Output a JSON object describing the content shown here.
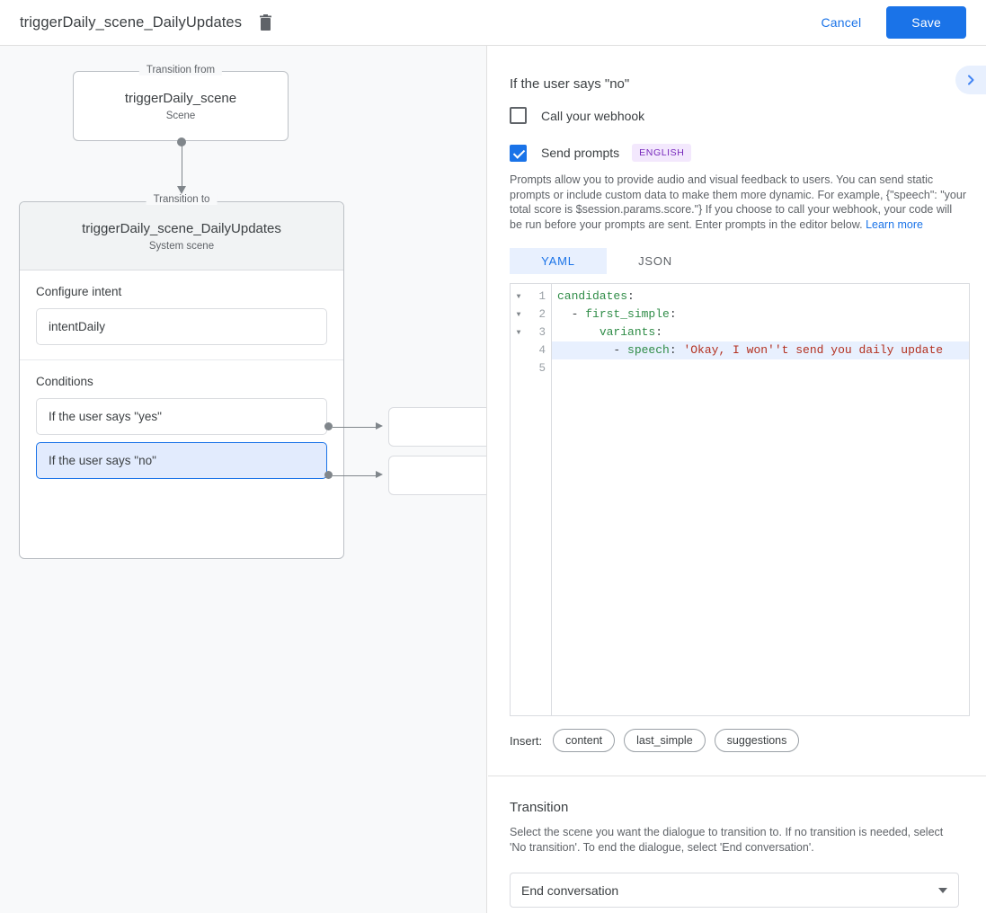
{
  "topbar": {
    "title": "triggerDaily_scene_DailyUpdates",
    "delete_icon": "trash-icon",
    "cancel_label": "Cancel",
    "save_label": "Save",
    "accent_color": "#1a73e8"
  },
  "canvas": {
    "from_legend": "Transition from",
    "from_node": {
      "name": "triggerDaily_scene",
      "type": "Scene"
    },
    "to_legend": "Transition to",
    "to_node": {
      "name": "triggerDaily_scene_DailyUpdates",
      "type": "System scene"
    },
    "intent_section_label": "Configure intent",
    "intent_value": "intentDaily",
    "conditions_section_label": "Conditions",
    "conditions": [
      {
        "label": "If the user says \"yes\"",
        "selected": false
      },
      {
        "label": "If the user says \"no\"",
        "selected": true
      }
    ],
    "selected_color": "#e2ebfd"
  },
  "panel": {
    "title": "If the user says \"no\"",
    "expand_icon": "chevron-right-icon",
    "webhook": {
      "label": "Call your webhook",
      "checked": false
    },
    "prompts": {
      "label": "Send prompts",
      "checked": true,
      "badge": "ENGLISH"
    },
    "help_text": "Prompts allow you to provide audio and visual feedback to users. You can send static prompts or include custom data to make them more dynamic. For example, {\"speech\": \"your total score is $session.params.score.\"} If you choose to call your webhook, your code will be run before your prompts are sent. Enter prompts in the editor below.",
    "help_link": "Learn more",
    "tabs": [
      {
        "label": "YAML",
        "active": true
      },
      {
        "label": "JSON",
        "active": false
      }
    ],
    "editor": {
      "lines": [
        {
          "no": "1",
          "fold": true,
          "highlight": false,
          "tokens": [
            {
              "t": "candidates",
              "c": "k"
            },
            {
              "t": ":",
              "c": "p"
            }
          ]
        },
        {
          "no": "2",
          "fold": true,
          "highlight": false,
          "tokens": [
            {
              "t": "  - ",
              "c": "p"
            },
            {
              "t": "first_simple",
              "c": "k"
            },
            {
              "t": ":",
              "c": "p"
            }
          ]
        },
        {
          "no": "3",
          "fold": true,
          "highlight": false,
          "tokens": [
            {
              "t": "      ",
              "c": "p"
            },
            {
              "t": "variants",
              "c": "k"
            },
            {
              "t": ":",
              "c": "p"
            }
          ]
        },
        {
          "no": "4",
          "fold": false,
          "highlight": true,
          "tokens": [
            {
              "t": "        - ",
              "c": "p"
            },
            {
              "t": "speech",
              "c": "k"
            },
            {
              "t": ": ",
              "c": "p"
            },
            {
              "t": "'Okay, I won''t send you daily update",
              "c": "s"
            }
          ]
        },
        {
          "no": "5",
          "fold": false,
          "highlight": false,
          "tokens": []
        }
      ]
    },
    "insert_label": "Insert:",
    "insert_chips": [
      "content",
      "last_simple",
      "suggestions"
    ],
    "transition": {
      "title": "Transition",
      "description": "Select the scene you want the dialogue to transition to. If no transition is needed, select 'No transition'. To end the dialogue, select 'End conversation'.",
      "selected_value": "End conversation"
    }
  }
}
